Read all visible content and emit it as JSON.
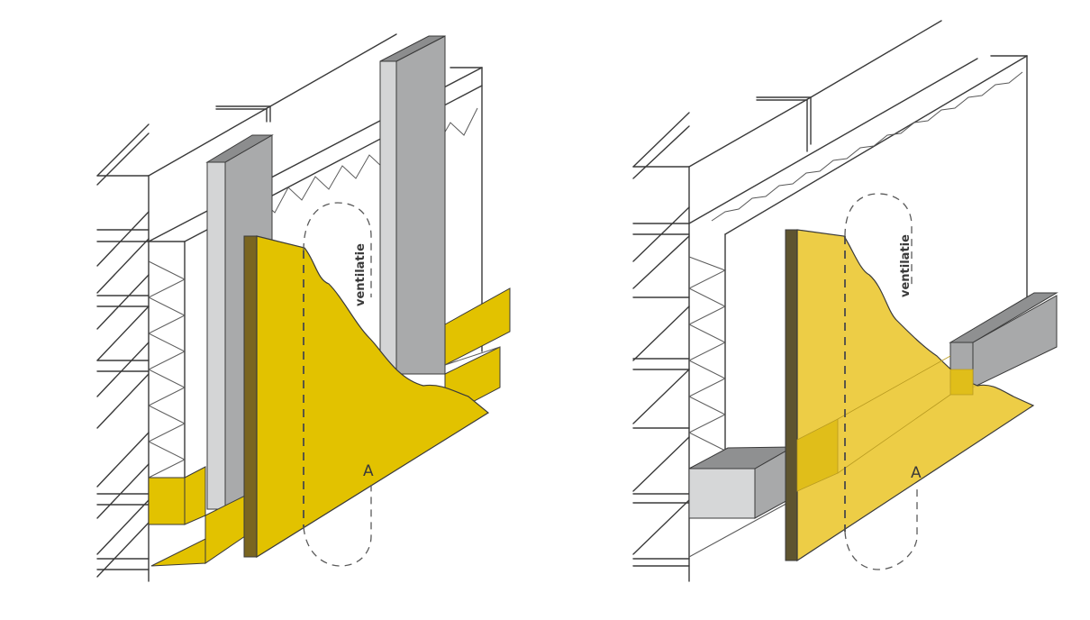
{
  "figures": [
    {
      "id": "left",
      "description": "Isometric wall section with vertical battens, insulation strips and yellow board",
      "ventilation_label": "ventilatie",
      "marker_label": "A",
      "colors": {
        "board": "#E2C200",
        "board_edge": "#7A6520",
        "batten_front": "#D4D5D6",
        "batten_side": "#A9AAAB",
        "batten_top": "#8C8D8E",
        "line": "#3a3a3a"
      }
    },
    {
      "id": "right",
      "description": "Isometric wall section with horizontal batten behind translucent yellow board",
      "ventilation_label": "ventilatie",
      "marker_label": "A",
      "colors": {
        "board": "#ECC936",
        "board_edge": "#5E5430",
        "batten_front": "#D6D7D8",
        "batten_side": "#A8A9AA",
        "batten_top": "#8F9091",
        "line": "#3a3a3a"
      }
    }
  ]
}
